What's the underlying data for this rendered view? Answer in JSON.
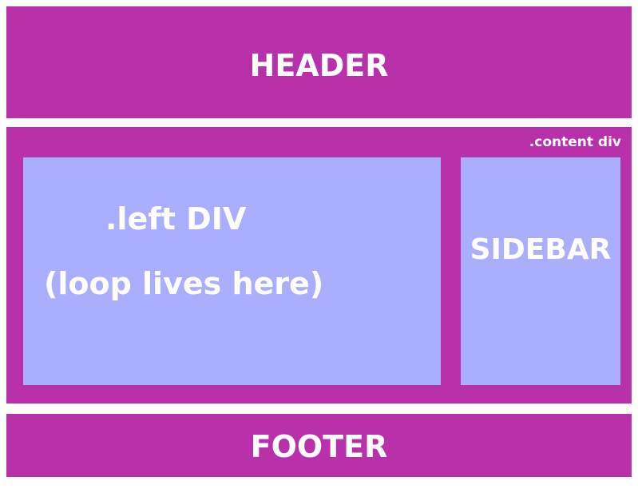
{
  "colors": {
    "outer_block": "#b931aa",
    "inner_block": "#a9affd",
    "text": "#ffffff"
  },
  "header": {
    "label": "HEADER"
  },
  "content": {
    "label": ".content div",
    "left": {
      "title": ".left DIV",
      "subtitle": "(loop lives here)"
    },
    "sidebar": {
      "label": "SIDEBAR"
    }
  },
  "footer": {
    "label": "FOOTER"
  }
}
